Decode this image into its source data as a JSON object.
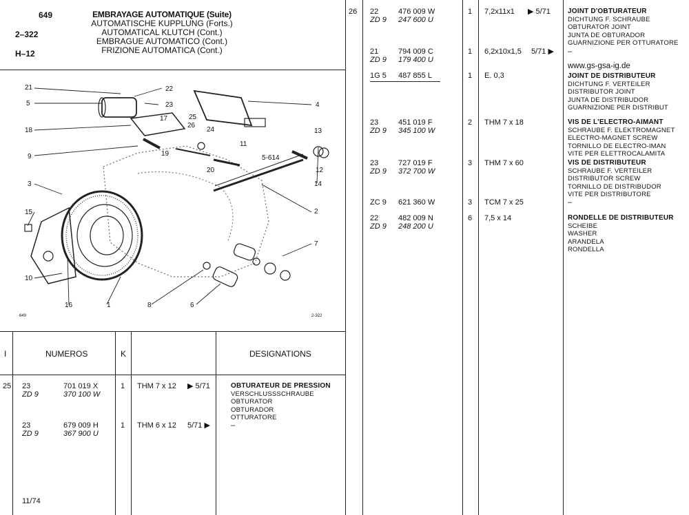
{
  "header": {
    "page_no": "649",
    "section": "2–322",
    "group": "H–12",
    "titles": [
      "EMBRAYAGE AUTOMATIQUE (Suite)",
      "AUTOMATISCHE KUPPLUNG (Forts.)",
      "AUTOMATICAL KLUTCH (Cont.)",
      "EMBRAGUE AUTOMATICO (Cont.)",
      "FRIZIONE AUTOMATICA (Cont.)"
    ]
  },
  "diagram": {
    "callouts": [
      "21",
      "22",
      "5",
      "23",
      "4",
      "17",
      "25",
      "26",
      "18",
      "24",
      "11",
      "13",
      "9",
      "19",
      "5-614",
      "12",
      "20",
      "14",
      "3",
      "2",
      "15",
      "7",
      "10",
      "8",
      "6",
      "16",
      "1"
    ],
    "corner_left": "649",
    "corner_right": "2-322"
  },
  "table_header": {
    "col_i": "I",
    "col_numeros": "NUMEROS",
    "col_k": "K",
    "col_designations": "DESIGNATIONS"
  },
  "left_entries": [
    {
      "item": "25",
      "p1": "23",
      "n1": "701 019 X",
      "p2": "ZD 9",
      "n2": "370 100 W",
      "k": "1",
      "spec": "THM 7 x 12",
      "date": "▶ 5/71",
      "desc": [
        "OBTURATEUR DE PRESSION",
        "VERSCHLUSSSCHRAUBE",
        "OBTURATOR",
        "OBTURADOR",
        "OTTURATORE"
      ]
    },
    {
      "item": "",
      "p1": "23",
      "n1": "679 009 H",
      "p2": "ZD 9",
      "n2": "367 900 U",
      "k": "1",
      "spec": "THM 6 x 12",
      "date": "5/71 ▶",
      "desc": [
        "–"
      ]
    }
  ],
  "footer_date": "11/74",
  "right_item_no": "26",
  "right_entries": [
    {
      "p1": "22",
      "n1": "476 009 W",
      "p2": "ZD 9",
      "n2": "247 600 U",
      "k": "1",
      "spec": "7,2x11x1",
      "date": "▶ 5/71",
      "desc": [
        "JOINT D'OBTURATEUR",
        "DICHTUNG F. SCHRAUBE",
        "OBTURATOR JOINT",
        "JUNTA DE OBTURADOR",
        "GUARNIZIONE PER OTTURATORE"
      ]
    },
    {
      "p1": "21",
      "n1": "794 009 C",
      "p2": "ZD 9",
      "n2": "179 400 U",
      "k": "1",
      "spec": "6,2x10x1,5",
      "date": "5/71 ▶",
      "desc": [
        "–"
      ]
    },
    {
      "p1": "1G 5",
      "n1": "487 855 L",
      "p2": "",
      "n2": "",
      "k": "1",
      "spec": "E. 0,3",
      "date": "",
      "desc": [
        "JOINT DE DISTRIBUTEUR",
        "DICHTUNG F. VERTEILER",
        "DISTRIBUTOR JOINT",
        "JUNTA DE DISTRIBUDOR",
        "GUARNIZIONE PER DISTRIBUT"
      ]
    },
    {
      "p1": "23",
      "n1": "451 019 F",
      "p2": "ZD 9",
      "n2": "345 100 W",
      "k": "2",
      "spec": "THM 7 x 18",
      "date": "",
      "desc": [
        "VIS DE L'ELECTRO-AIMANT",
        "SCHRAUBE F. ELEKTROMAGNET",
        "ELECTRO-MAGNET SCREW",
        "TORNILLO DE ELECTRO-IMAN",
        "VITE PER ELETTROCALAMITA"
      ]
    },
    {
      "p1": "23",
      "n1": "727 019 F",
      "p2": "ZD 9",
      "n2": "372 700 W",
      "k": "3",
      "spec": "THM 7 x 60",
      "date": "",
      "desc": [
        "VIS DE DISTRIBUTEUR",
        "SCHRAUBE F. VERTEILER",
        "DISTRIBUTOR SCREW",
        "TORNILLO DE DISTRIBUDOR",
        "VITE PER DISTRIBUTORE"
      ]
    },
    {
      "p1": "ZC 9",
      "n1": "621 360 W",
      "p2": "",
      "n2": "",
      "k": "3",
      "spec": "TCM 7 x 25",
      "date": "",
      "desc": [
        "–"
      ]
    },
    {
      "p1": "22",
      "n1": "482 009 N",
      "p2": "ZD 9",
      "n2": "248 200 U",
      "k": "6",
      "spec": "7,5 x 14",
      "date": "",
      "desc": [
        "RONDELLE DE DISTRIBUTEUR",
        "SCHEIBE",
        "WASHER",
        "ARANDELA",
        "RONDELLA"
      ]
    }
  ],
  "watermark": "www.gs-gsa-ig.de"
}
